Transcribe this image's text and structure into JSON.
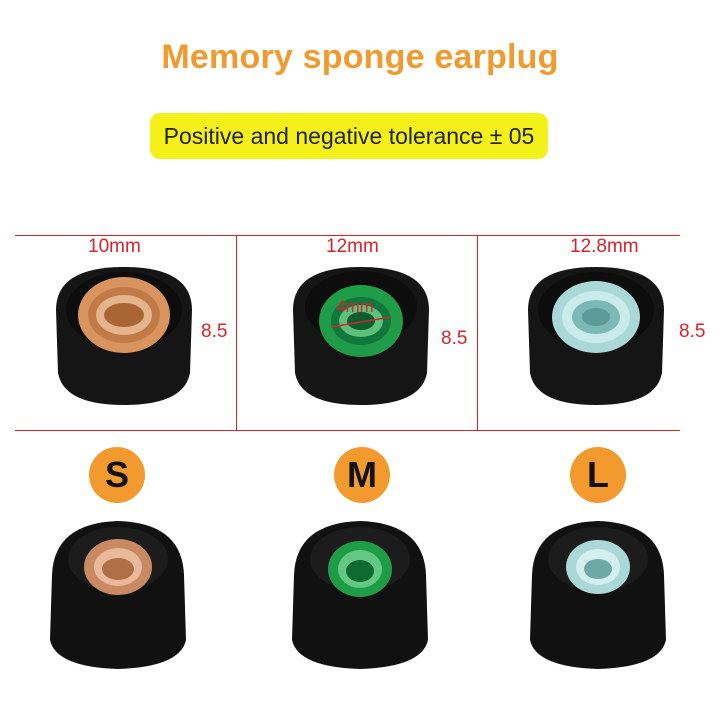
{
  "title": "Memory sponge earplug",
  "subtitle": "Positive and negative tolerance ± 05",
  "colors": {
    "title": "#f39a2e",
    "banner": "#f4f11a",
    "dimension_lines": "#d8232a",
    "badge": "#f39a2e",
    "foam": "#141414"
  },
  "top_row": [
    {
      "width_label": "10mm",
      "height_label": "8.5",
      "core_color": "#d8935e"
    },
    {
      "width_label": "12mm",
      "height_label": "8.5",
      "inner_label": "4mm",
      "core_color": "#1f9c48"
    },
    {
      "width_label": "12.8mm",
      "height_label": "8.5",
      "core_color": "#a9d8d6"
    }
  ],
  "sizes": [
    "S",
    "M",
    "L"
  ]
}
